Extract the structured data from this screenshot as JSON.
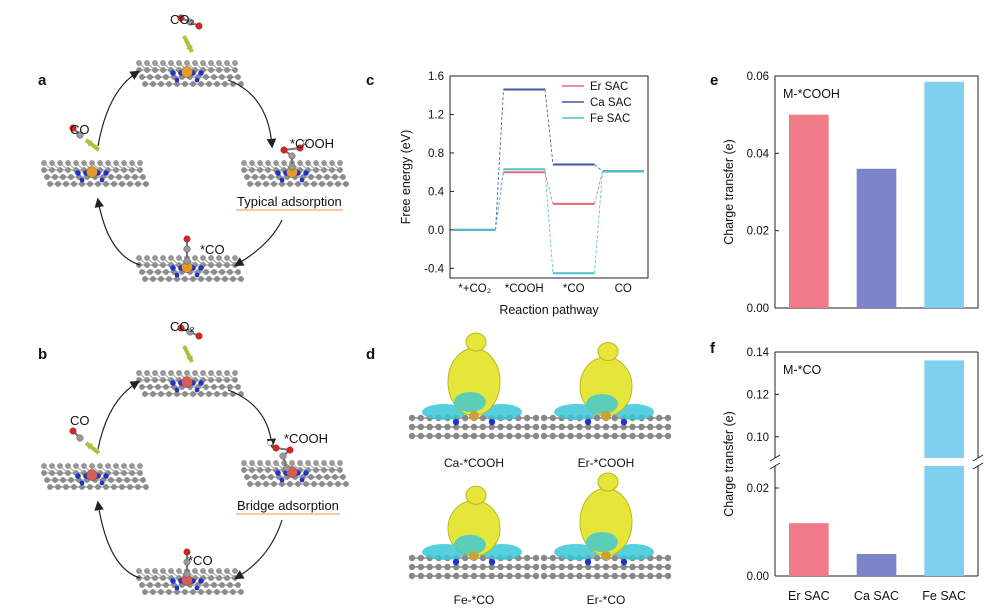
{
  "labels": {
    "a": "a",
    "b": "b",
    "c": "c",
    "d": "d",
    "e": "e",
    "f": "f"
  },
  "panel_a": {
    "co2_top": "CO₂",
    "cooh": "*COOH",
    "co_bottom": "*CO",
    "co_left": "CO",
    "mode": "Typical adsorption",
    "metal_color": "#e69a2e"
  },
  "panel_b": {
    "co2_top": "CO₂",
    "cooh": "*COOH",
    "co_bottom": "*CO",
    "co_left": "CO",
    "mode": "Bridge adsorption",
    "metal_color": "#d45d5d"
  },
  "panel_d": {
    "captions": [
      "Ca-*COOH",
      "Er-*COOH",
      "Fe-*CO",
      "Er-*CO"
    ]
  },
  "chart_data": [
    {
      "id": "c",
      "type": "line",
      "xlabel": "Reaction pathway",
      "ylabel": "Free energy (eV)",
      "ylim": [
        -0.5,
        1.6
      ],
      "yticks": [
        "-0.4",
        "0.0",
        "0.4",
        "0.8",
        "1.2",
        "1.6"
      ],
      "ytick_values": [
        -0.4,
        0.0,
        0.4,
        0.8,
        1.2,
        1.6
      ],
      "categories": [
        "*+CO₂",
        "*COOH",
        "*CO",
        "CO"
      ],
      "legend_position": "top-right",
      "series": [
        {
          "name": "Er SAC",
          "color": "#e06a78",
          "values": [
            0.0,
            0.6,
            0.27,
            0.61
          ]
        },
        {
          "name": "Ca SAC",
          "color": "#3f55a6",
          "values": [
            0.0,
            1.46,
            0.68,
            0.61
          ]
        },
        {
          "name": "Fe SAC",
          "color": "#45c3cf",
          "values": [
            0.0,
            0.63,
            -0.45,
            0.61
          ]
        }
      ]
    },
    {
      "id": "e",
      "type": "bar",
      "annotation": "M-*COOH",
      "ylabel": "Charge transfer (e)",
      "ylim": [
        0,
        0.06
      ],
      "yticks": [
        "0.00",
        "0.02",
        "0.04",
        "0.06"
      ],
      "ytick_values": [
        0,
        0.02,
        0.04,
        0.06
      ],
      "categories": [
        "Er SAC",
        "Ca SAC",
        "Fe SAC"
      ],
      "values": [
        0.05,
        0.036,
        0.0585
      ],
      "colors": [
        "#ee7b87",
        "#7d83c8",
        "#7ed0ec"
      ]
    },
    {
      "id": "f",
      "type": "bar",
      "annotation": "M-*CO",
      "ylabel": "Charge transfer (e)",
      "axis_break": true,
      "lower_ylim": [
        0,
        0.025
      ],
      "upper_ylim": [
        0.09,
        0.14
      ],
      "yticks_lower": [
        "0.00",
        "0.02"
      ],
      "ytick_values_lower": [
        0,
        0.02
      ],
      "yticks_upper": [
        "0.10",
        "0.12",
        "0.14"
      ],
      "ytick_values_upper": [
        0.1,
        0.12,
        0.14
      ],
      "categories": [
        "Er SAC",
        "Ca SAC",
        "Fe SAC"
      ],
      "values": [
        0.012,
        0.005,
        0.136
      ],
      "colors": [
        "#ee7b87",
        "#7d83c8",
        "#7ed0ec"
      ]
    }
  ]
}
